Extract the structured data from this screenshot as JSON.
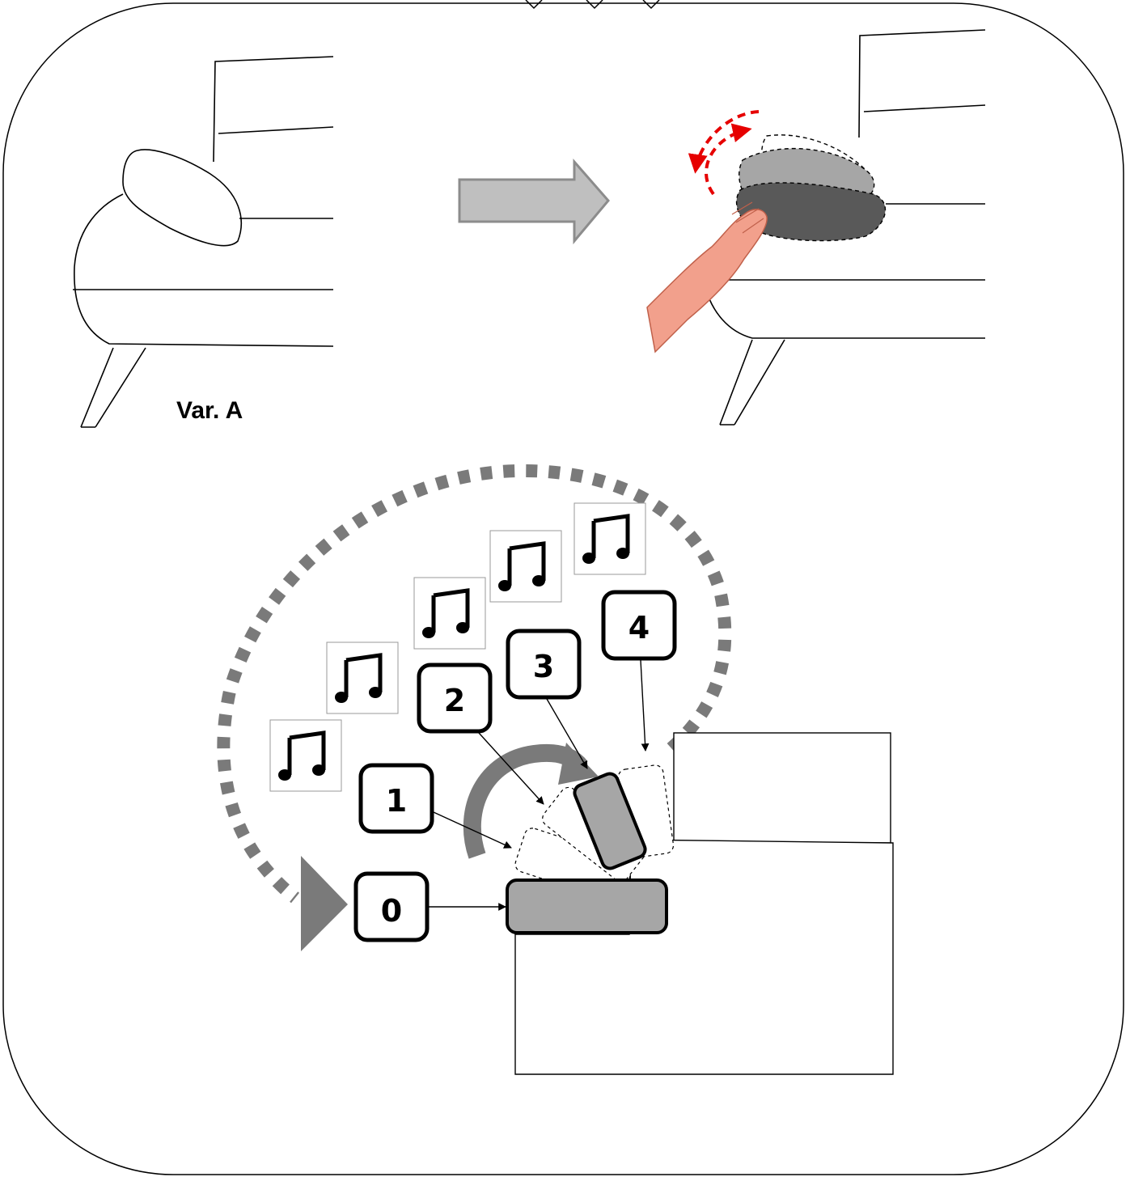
{
  "variant_label": "Var. A",
  "positions": [
    "0",
    "1",
    "2",
    "3",
    "4"
  ],
  "icons": {
    "music_note": "music-note-icon",
    "transform_arrow": "arrow-right-icon",
    "hand": "hand-icon"
  },
  "colors": {
    "frame_stroke": "#000000",
    "dotted_loop": "#7a7a7a",
    "arrow_fill": "#bfbfbf",
    "headrest_light": "#a6a6a6",
    "headrest_dark": "#595959",
    "rotation_hint": "#e60000",
    "skin": "#f2a08c"
  }
}
